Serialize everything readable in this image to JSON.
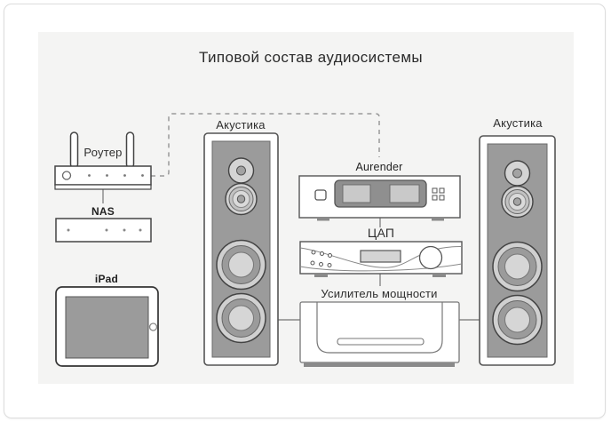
{
  "title": "Типовой состав аудиосистемы",
  "devices": {
    "router": {
      "label": "Роутер"
    },
    "nas": {
      "label": "NAS"
    },
    "ipad": {
      "label": "iPad"
    },
    "speaker_left": {
      "label": "Акустика"
    },
    "speaker_right": {
      "label": "Акустика"
    },
    "aurender": {
      "label": "Aurender"
    },
    "dac": {
      "label": "ЦАП"
    },
    "amplifier": {
      "label": "Усилитель мощности"
    }
  },
  "connections": [
    {
      "from": "router",
      "to": "aurender",
      "style": "dashed"
    },
    {
      "from": "router",
      "to": "nas",
      "style": "solid"
    },
    {
      "from": "aurender",
      "to": "dac",
      "style": "solid"
    },
    {
      "from": "dac",
      "to": "amplifier",
      "style": "solid"
    },
    {
      "from": "amplifier",
      "to": "speaker_left",
      "style": "solid"
    },
    {
      "from": "amplifier",
      "to": "speaker_right",
      "style": "solid"
    }
  ],
  "colors": {
    "canvas_bg": "#f4f4f3",
    "card_border": "#dcdcdc",
    "outline": "#555555",
    "speaker_panel": "#9b9b9b",
    "driver_light": "#d2d2d2",
    "display_dark": "#8f8f8f",
    "display_screen": "#c9c9c9",
    "dashed_line": "#999999",
    "connector": "#888888"
  }
}
